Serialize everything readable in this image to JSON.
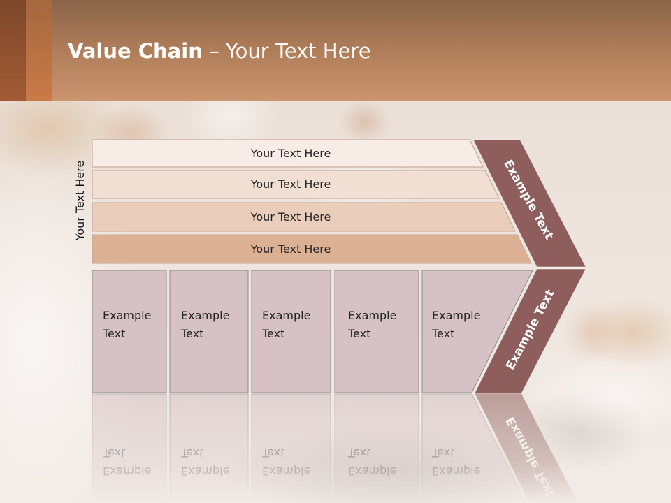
{
  "slide": {
    "title_bold": "Value Chain",
    "title_rest": " – Your Text Here"
  },
  "diagram": {
    "side_label": "Your Text Here",
    "bars": [
      {
        "label": "Your Text Here",
        "color": "#f7ece6"
      },
      {
        "label": "Your Text Here",
        "color": "#f1dfd4"
      },
      {
        "label": "Your Text Here",
        "color": "#eacdbb"
      },
      {
        "label": "Your Text Here",
        "color": "#dcb092"
      }
    ],
    "chevron": {
      "upper_label": "Example Text",
      "lower_label": "Example Text",
      "color": "#8e5e5c"
    },
    "boxes": [
      {
        "label": "Example Text"
      },
      {
        "label": "Example Text"
      },
      {
        "label": "Example Text"
      },
      {
        "label": "Example Text"
      },
      {
        "label": "Example Text"
      }
    ],
    "box_color": "#d6c2c4"
  }
}
